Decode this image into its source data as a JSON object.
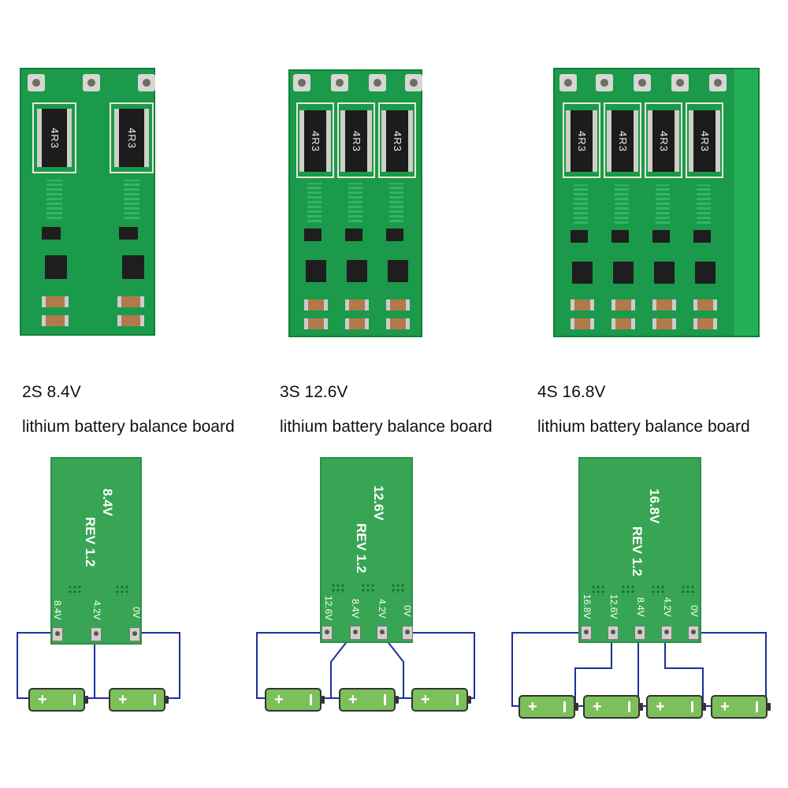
{
  "boards": [
    {
      "name_line1": "2S 8.4V",
      "name_line2": "lithium battery balance board",
      "resistor_marks": [
        "4R3",
        "4R3"
      ],
      "revision": "REV 1.2",
      "voltage_mark": "8.4V",
      "terminals": [
        "8.4V",
        "4.2V",
        "0V"
      ],
      "battery_count": 2
    },
    {
      "name_line1": "3S 12.6V",
      "name_line2": "lithium battery balance board",
      "resistor_marks": [
        "4R3",
        "4R3",
        "4R3"
      ],
      "revision": "REV 1.2",
      "voltage_mark": "12.6V",
      "terminals": [
        "12.6V",
        "8.4V",
        "4.2V",
        "0V"
      ],
      "battery_count": 3
    },
    {
      "name_line1": "4S 16.8V",
      "name_line2": "lithium battery balance board",
      "resistor_marks": [
        "4R3",
        "4R3",
        "4R3",
        "4R3"
      ],
      "revision": "REV 1.2",
      "voltage_mark": "16.8V",
      "terminals": [
        "16.8V",
        "12.6V",
        "8.4V",
        "4.2V",
        "0V"
      ],
      "battery_count": 4
    }
  ],
  "battery_symbols": {
    "plus": "+",
    "minus": "−"
  },
  "colors": {
    "pcb_green": "#1a9a4a",
    "diagram_green": "#3aa957",
    "battery_green": "#7bc05a",
    "wire_blue": "#1f2f9e"
  }
}
